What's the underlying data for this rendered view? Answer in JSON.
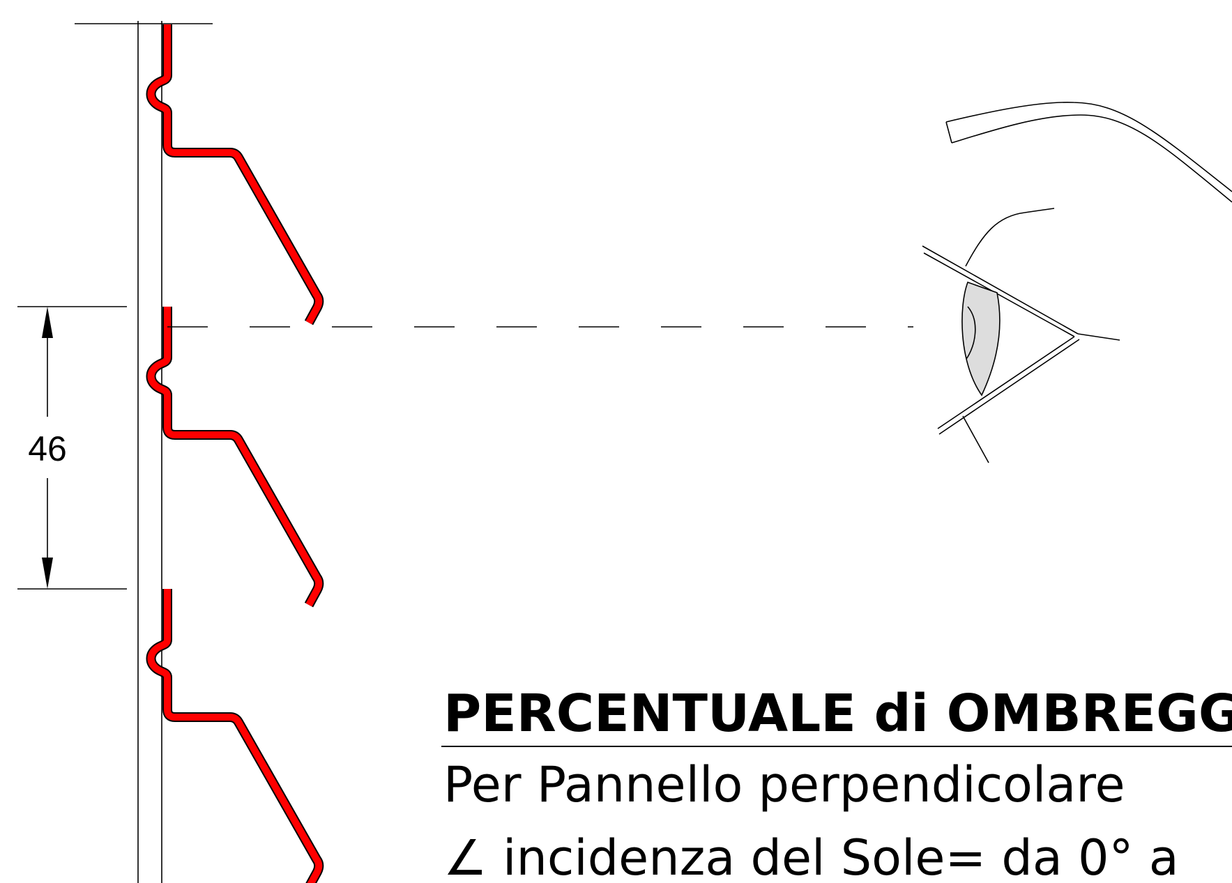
{
  "dimension": {
    "value": "46"
  },
  "title": {
    "heading": "PERCENTUALE  di OMBREGGIA",
    "line1": "Per Pannello perpendicolare",
    "line2": "∠ incidenza del Sole= da 0° a"
  },
  "colors": {
    "louver": "#ff0000",
    "outline": "#000000",
    "iris": "#dddddd"
  }
}
